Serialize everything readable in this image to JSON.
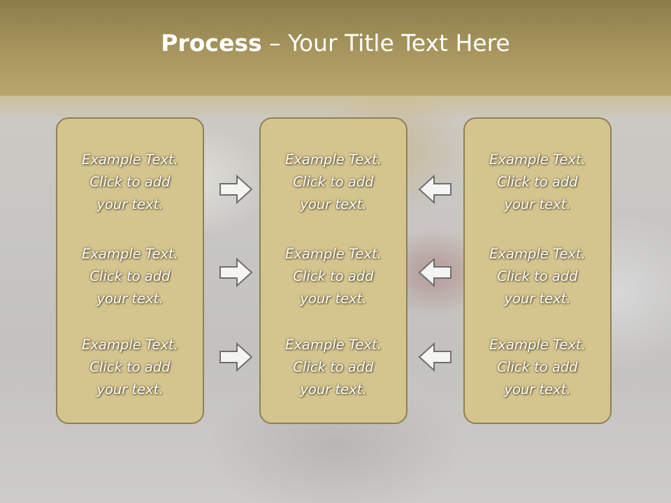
{
  "title": {
    "bold": "Process",
    "rest": " – Your Title Text Here"
  },
  "columns": [
    {
      "items": [
        {
          "l1": "Example Text.",
          "l2": "Click  to add",
          "l3": "your text."
        },
        {
          "l1": "Example Text.",
          "l2": "Click  to add",
          "l3": "your text."
        },
        {
          "l1": "Example Text.",
          "l2": "Click  to add",
          "l3": "your text."
        }
      ]
    },
    {
      "items": [
        {
          "l1": "Example Text.",
          "l2": "Click  to add",
          "l3": "your text."
        },
        {
          "l1": "Example Text.",
          "l2": "Click  to add",
          "l3": "your text."
        },
        {
          "l1": "Example Text.",
          "l2": "Click  to add",
          "l3": "your text."
        }
      ]
    },
    {
      "items": [
        {
          "l1": "Example Text.",
          "l2": "Click  to add",
          "l3": "your text."
        },
        {
          "l1": "Example Text.",
          "l2": "Click  to add",
          "l3": "your text."
        },
        {
          "l1": "Example Text.",
          "l2": "Click  to add",
          "l3": "your text."
        }
      ]
    }
  ],
  "arrows": {
    "left_group": "right-arrow-icon",
    "right_group": "left-arrow-icon"
  },
  "colors": {
    "header": "#a8965e",
    "panel_fill": "#d4c58e",
    "panel_border": "#8d8054",
    "text": "#ffffff"
  }
}
